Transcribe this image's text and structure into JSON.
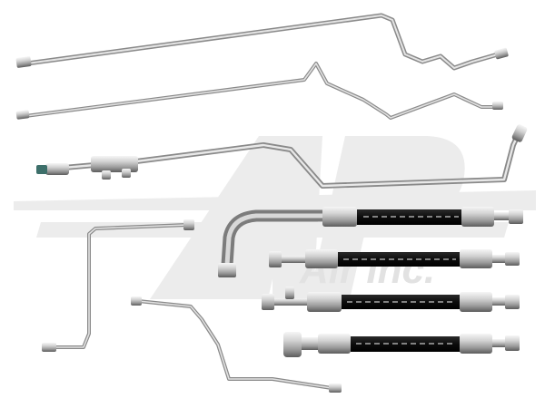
{
  "watermark": {
    "logo_letters": "AP",
    "brand_text": "Air Inc.",
    "color": "#e9e9e9"
  },
  "colors": {
    "metal_light": "#e8e8e8",
    "metal_mid": "#b9b9b9",
    "metal_dark": "#7c7c7c",
    "hose": "#111111",
    "hose_stripe": "#c8c8c8",
    "nut_teal": "#3d6f6a"
  },
  "items": [
    "long-line-top",
    "long-line-second",
    "line-with-manifold",
    "discharge-hose-with-elbow",
    "hose-assembly-2",
    "hose-assembly-3",
    "hose-assembly-4",
    "short-line-left",
    "short-line-bottom"
  ]
}
